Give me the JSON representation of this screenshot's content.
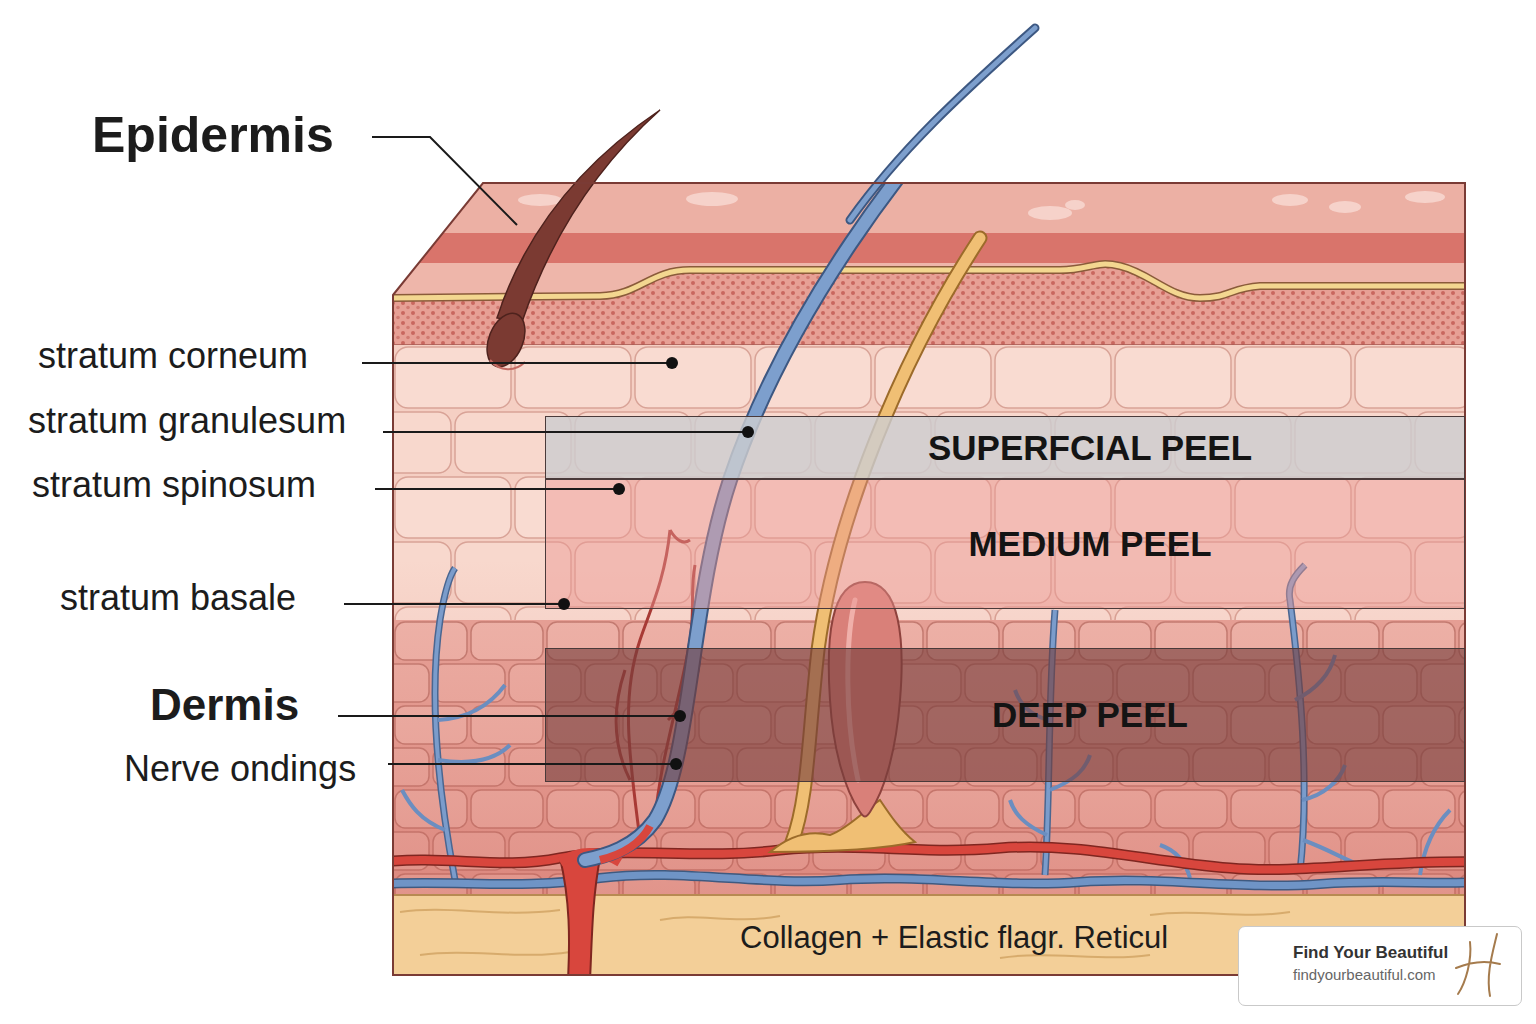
{
  "diagram": {
    "nodes": [
      {
        "text": [
          "SUPERFCIAL PEEL"
        ]
      },
      {
        "text": [
          "MEDIUM PEEL"
        ]
      },
      {
        "text": [
          "DEEP PEEL"
        ]
      },
      {
        "text": [
          "Find Your Beautiful",
          "findyourbeautiful.com"
        ]
      }
    ],
    "labels": [
      "Epidermis",
      "stratum corneum",
      "stratum granulesum",
      "stratum spinosum",
      "stratum basale",
      "Dermis",
      "Nerve ondings",
      "Collagen + Elastic flagr. Reticul"
    ]
  }
}
